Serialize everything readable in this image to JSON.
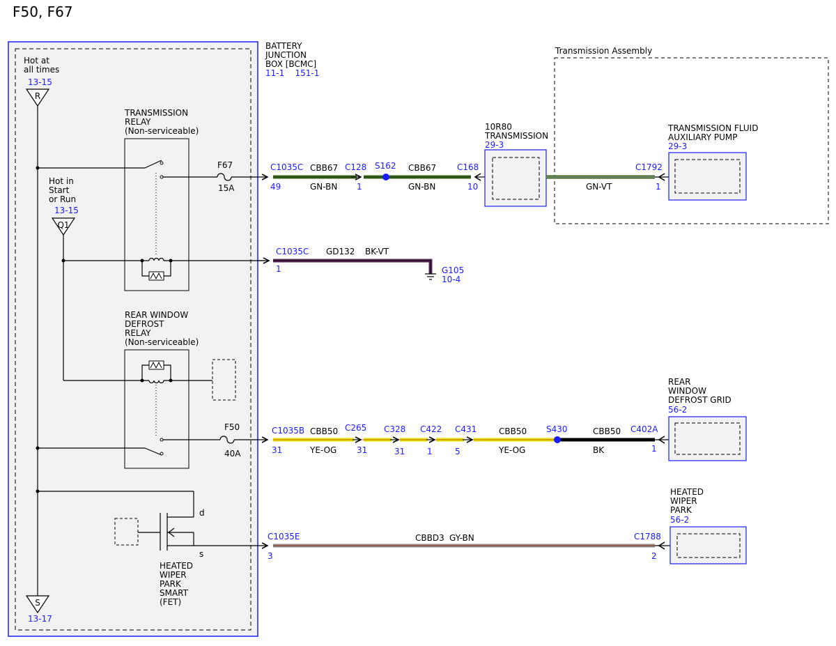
{
  "title": "F50, F67",
  "bjb": {
    "name": [
      "BATTERY",
      "JUNCTION",
      "BOX [BCMC]"
    ],
    "refs": "11-1    151-1",
    "hot_at_all_times": [
      "Hot at",
      "all times"
    ],
    "ref_top": "13-15",
    "r_label": "R",
    "hot_start_run": [
      "Hot in",
      "Start",
      "or Run"
    ],
    "ref_mid": "13-15",
    "q1_label": "Q1",
    "s_label": "S",
    "ref_bottom": "13-17"
  },
  "transmission_relay": {
    "name": [
      "TRANSMISSION",
      "RELAY",
      "(Non-serviceable)"
    ]
  },
  "rear_defrost_relay": {
    "name": [
      "REAR WINDOW",
      "DEFROST",
      "RELAY",
      "(Non-serviceable)"
    ]
  },
  "fet": {
    "name": [
      "HEATED",
      "WIPER",
      "PARK",
      "SMART",
      "(FET)"
    ],
    "d": "d",
    "s": "s"
  },
  "fuse_f67": {
    "name": "F67",
    "rating": "15A"
  },
  "fuse_f50": {
    "name": "F50",
    "rating": "40A"
  },
  "circuit1": {
    "c1": "C1035C",
    "c1_pin": "49",
    "w1": "CBB67",
    "w1_color": "GN-BN",
    "c2": "C128",
    "c2_pin": "1",
    "splice": "S162",
    "w2": "CBB67",
    "w2_color": "GN-BN",
    "c3": "C168",
    "c3_pin": "10",
    "w3_color": "GN-VT",
    "c4": "C1792",
    "c4_pin": "1"
  },
  "transmission": {
    "name": [
      "10R80",
      "TRANSMISSION"
    ],
    "ref": "29-3"
  },
  "transmission_assembly": {
    "label": "Transmission Assembly"
  },
  "aux_pump": {
    "name": [
      "TRANSMISSION FLUID",
      "AUXILIARY PUMP"
    ],
    "ref": "29-3"
  },
  "circuit2": {
    "c1": "C1035C",
    "c1_pin": "1",
    "w1": "GD132",
    "w1_color": "BK-VT",
    "ground": "G105",
    "ground_ref": "10-4"
  },
  "circuit3": {
    "c1": "C1035B",
    "c1_pin": "31",
    "w1": "CBB50",
    "w1_color": "YE-OG",
    "c2": "C265",
    "c2_pin": "31",
    "c3": "C328",
    "c3_pin": "31",
    "c4": "C422",
    "c4_pin": "1",
    "c5": "C431",
    "c5_pin": "5",
    "w2": "CBB50",
    "w2_color": "YE-OG",
    "splice": "S430",
    "w3": "CBB50",
    "w3_color": "BK",
    "c6": "C402A",
    "c6_pin": "1"
  },
  "defrost_grid": {
    "name": [
      "REAR",
      "WINDOW",
      "DEFROST GRID"
    ],
    "ref": "56-2"
  },
  "circuit4": {
    "c1": "C1035E",
    "c1_pin": "3",
    "w1": "CBBD3",
    "w1_color": "GY-BN",
    "c2": "C1788",
    "c2_pin": "2"
  },
  "heated_wiper_park": {
    "name": [
      "HEATED",
      "WIPER",
      "PARK"
    ],
    "ref": "56-2"
  },
  "colors": {
    "connector_blue": "#1a1aff",
    "wire_green": "#3a6a1e",
    "wire_yellow": "#e6e000",
    "wire_black": "#000000",
    "wire_purple": "#5a2a5a",
    "module_fill": "#f2f2f2"
  }
}
